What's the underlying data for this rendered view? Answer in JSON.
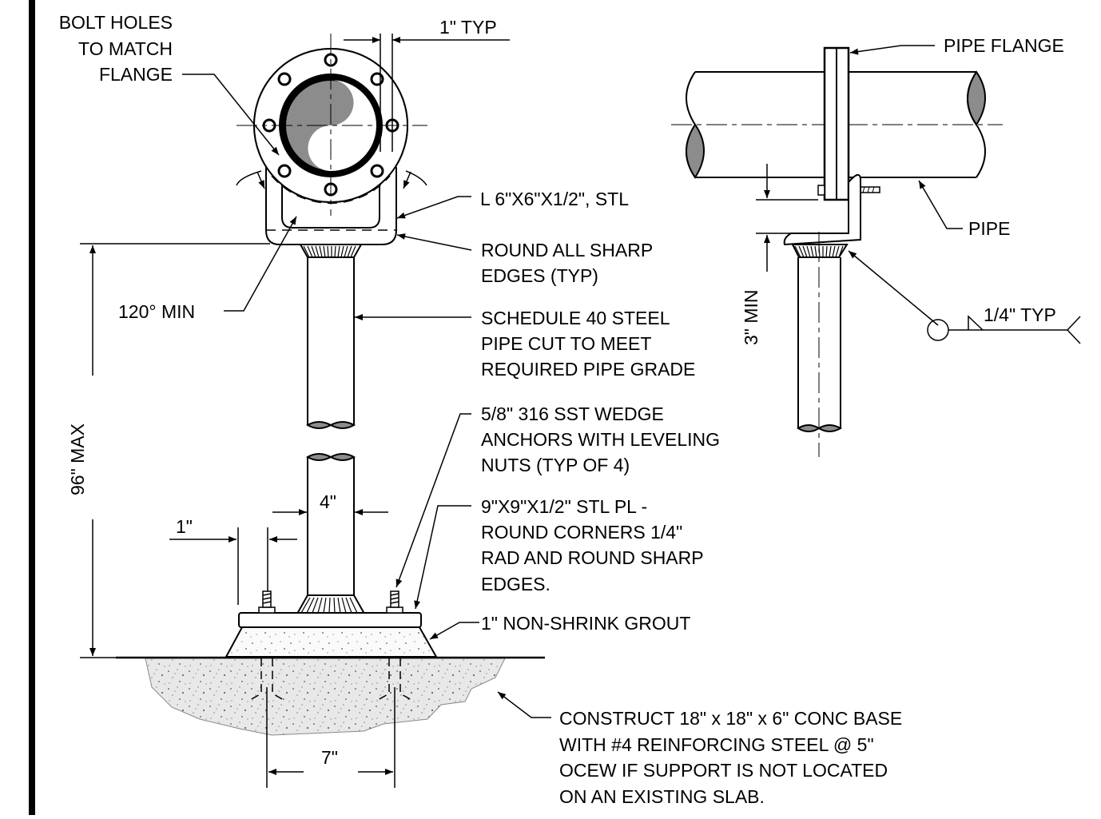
{
  "labels": {
    "bolt_holes": [
      "BOLT HOLES",
      "TO MATCH",
      "FLANGE"
    ],
    "typ_1in": "1\" TYP",
    "pipe_flange": "PIPE FLANGE",
    "angle": "L 6\"X6\"X1/2\", STL",
    "pipe": "PIPE",
    "round_edges": [
      "ROUND ALL SHARP",
      "EDGES (TYP)"
    ],
    "min_120": "120°  MIN",
    "schedule_pipe": [
      "SCHEDULE 40 STEEL",
      "PIPE CUT TO MEET",
      "REQUIRED PIPE GRADE"
    ],
    "min_3in": "3\" MIN",
    "weld_typ": "1/4\" TYP",
    "max_96": "96\" MAX",
    "wedge_anchors": [
      "5/8\" 316 SST WEDGE",
      "ANCHORS WITH LEVELING",
      "NUTS (TYP OF 4)"
    ],
    "dim_4in": "4\"",
    "dim_1in": "1\"",
    "base_plate": [
      "9\"X9\"X1/2\" STL PL -",
      "ROUND CORNERS 1/4\"",
      "RAD AND ROUND SHARP",
      "EDGES."
    ],
    "grout": "1\" NON-SHRINK GROUT",
    "conc_base": [
      "CONSTRUCT 18\" x 18\" x 6\" CONC BASE",
      "WITH #4 REINFORCING STEEL @ 5\"",
      "OCEW IF SUPPORT IS NOT LOCATED",
      "ON AN EXISTING SLAB."
    ],
    "dim_7in": "7\""
  },
  "colors": {
    "line": "#000000",
    "section_fill": "#8c8c8c",
    "concrete_fill": "#e6e6e6",
    "grout_fill": "#f0f0f0"
  }
}
